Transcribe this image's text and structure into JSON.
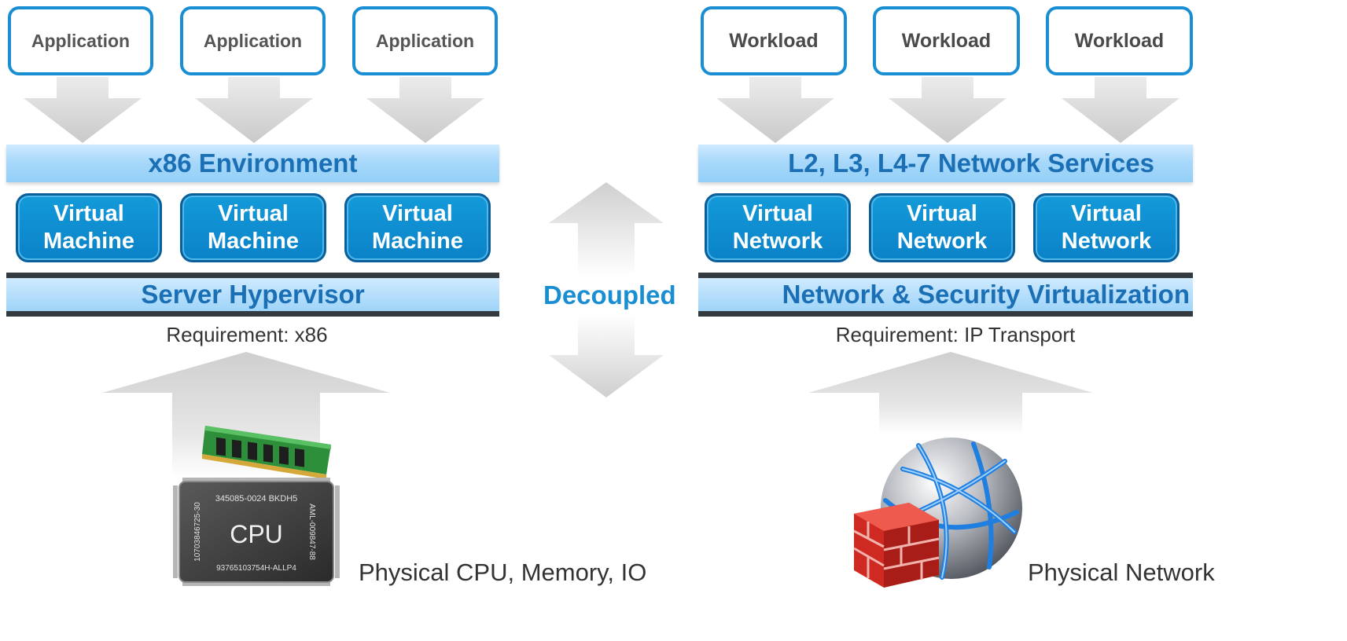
{
  "left": {
    "applications": [
      "Application",
      "Application",
      "Application"
    ],
    "environment": "x86 Environment",
    "vms": [
      {
        "line1": "Virtual",
        "line2": "Machine"
      },
      {
        "line1": "Virtual",
        "line2": "Machine"
      },
      {
        "line1": "Virtual",
        "line2": "Machine"
      }
    ],
    "hypervisor": "Server Hypervisor",
    "requirement": "Requirement: x86",
    "physical": "Physical CPU, Memory, IO",
    "cpu_text": {
      "top": "345085-0024 BKDH5",
      "center": "CPU",
      "bottom": "93765103754H-ALLP4",
      "left": "10703846725-30",
      "right": "AML-009847-88"
    }
  },
  "center": {
    "decoupled": "Decoupled"
  },
  "right": {
    "workloads": [
      "Workload",
      "Workload",
      "Workload"
    ],
    "services": "L2, L3, L4-7 Network Services",
    "networks": [
      {
        "line1": "Virtual",
        "line2": "Network"
      },
      {
        "line1": "Virtual",
        "line2": "Network"
      },
      {
        "line1": "Virtual",
        "line2": "Network"
      }
    ],
    "virtualization": "Network & Security Virtualization",
    "requirement": "Requirement: IP Transport",
    "physical": "Physical Network"
  },
  "colors": {
    "accent_blue": "#1a8ed3",
    "box_blue": "#0b82c8",
    "band_light": "#a8d8fa",
    "dark_bar": "#333a40",
    "arrow_gray": "#d6d6d6"
  }
}
